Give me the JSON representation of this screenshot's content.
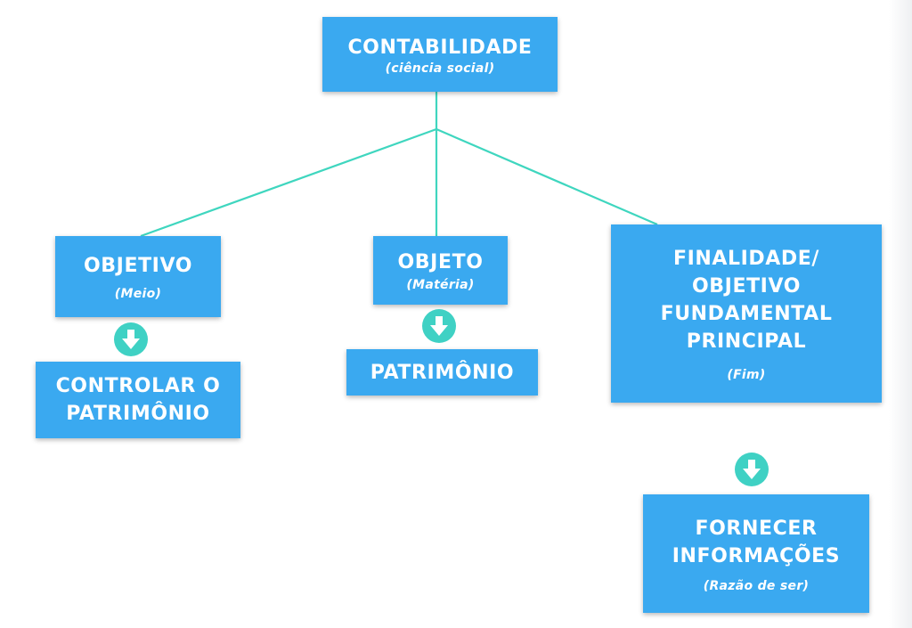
{
  "root": {
    "title": "CONTABILIDADE",
    "subtitle": "(ciência  social)"
  },
  "branches": [
    {
      "title": "OBJETIVO",
      "subtitle": "(Meio)",
      "arrow_icon": "arrow-down-icon",
      "result": [
        "CONTROLAR O",
        "PATRIMÔNIO"
      ]
    },
    {
      "title": "OBJETO",
      "subtitle": "(Matéria)",
      "arrow_icon": "arrow-down-icon",
      "result": [
        "PATRIMÔNIO"
      ]
    },
    {
      "title": [
        "FINALIDADE/",
        "OBJETIVO",
        "FUNDAMENTAL",
        "PRINCIPAL"
      ],
      "subtitle": "(Fim)",
      "arrow_icon": "arrow-down-icon",
      "result": [
        "FORNECER",
        "INFORMAÇÕES"
      ],
      "result_subtitle": "(Razão de ser)"
    }
  ],
  "colors": {
    "box": "#3aa9f0",
    "connector": "#3fd6bf",
    "arrow": "#3fd1c4",
    "text": "#ffffff"
  }
}
